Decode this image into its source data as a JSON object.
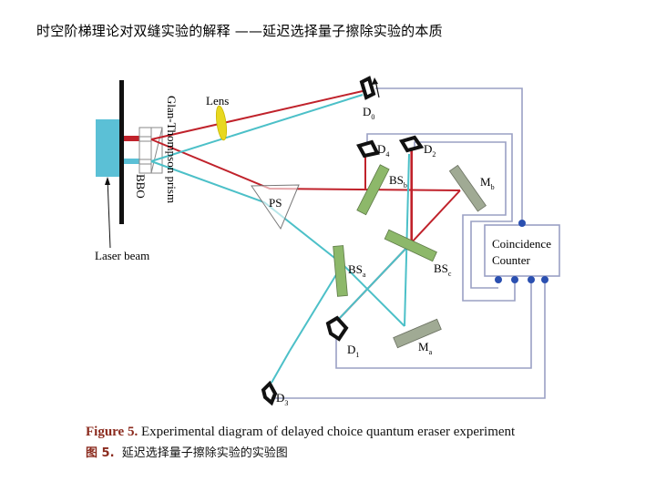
{
  "slide": {
    "title": "时空阶梯理论对双缝实验的解释 ——延迟选择量子擦除实验的本质"
  },
  "diagram": {
    "colors": {
      "red_beam": "#c0222b",
      "cyan_beam": "#4cc0c8",
      "wire": "#9aa0c4",
      "beam_splitter": "#8db86a",
      "mirror": "#a0aa94",
      "lens": "#e8d820",
      "laser": "#5bc0d6",
      "node": "#2a4fb0"
    },
    "labels": {
      "lens": "Lens",
      "glan_thompson": "Glan-Thompson prism",
      "bbo": "BBO",
      "laser_beam": "Laser beam",
      "ps": "PS",
      "coincidence_line1": "Coincidence",
      "coincidence_line2": "Counter"
    },
    "components": {
      "d0": {
        "main": "D",
        "sub": "0"
      },
      "d1": {
        "main": "D",
        "sub": "1"
      },
      "d2": {
        "main": "D",
        "sub": "2"
      },
      "d3": {
        "main": "D",
        "sub": "3"
      },
      "d4": {
        "main": "D",
        "sub": "4"
      },
      "bsa": {
        "main": "BS",
        "sub": "a"
      },
      "bsb": {
        "main": "BS",
        "sub": "b"
      },
      "bsc": {
        "main": "BS",
        "sub": "c"
      },
      "ma": {
        "main": "M",
        "sub": "a"
      },
      "mb": {
        "main": "M",
        "sub": "b"
      }
    }
  },
  "caption": {
    "en_prefix": "Figure 5.",
    "en_text": " Experimental diagram of delayed choice quantum eraser experiment",
    "zh_prefix": "图 5.",
    "zh_text": "  延迟选择量子擦除实验的实验图"
  }
}
